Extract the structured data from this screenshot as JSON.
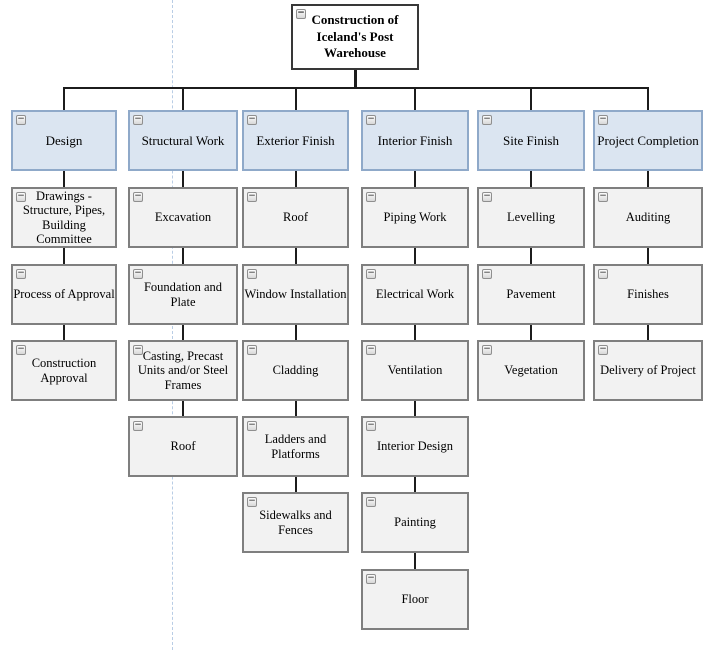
{
  "diagram": {
    "collapse_glyph": "−",
    "root": {
      "label": "Construction of\nIceland's Post\nWarehouse"
    },
    "columns": [
      {
        "label": "Design",
        "children": [
          "Drawings -\nStructure, Pipes,\nBuilding\nCommittee",
          "Process of Approval",
          "Construction\nApproval"
        ]
      },
      {
        "label": "Structural Work",
        "children": [
          "Excavation",
          "Foundation and\nPlate",
          "Casting, Precast\nUnits and/or Steel\nFrames",
          "Roof"
        ]
      },
      {
        "label": "Exterior Finish",
        "children": [
          "Roof",
          "Window Installation",
          "Cladding",
          "Ladders and\nPlatforms",
          "Sidewalks and\nFences"
        ]
      },
      {
        "label": "Interior Finish",
        "children": [
          "Piping Work",
          "Electrical Work",
          "Ventilation",
          "Interior Design",
          "Painting",
          "Floor"
        ]
      },
      {
        "label": "Site Finish",
        "children": [
          "Levelling",
          "Pavement",
          "Vegetation"
        ]
      },
      {
        "label": "Project Completion",
        "children": [
          "Auditing",
          "Finishes",
          "Delivery of Project"
        ]
      }
    ],
    "colors": {
      "phase_fill": "#dbe5f1",
      "phase_border": "#8fa9c9",
      "task_fill": "#f2f2f2",
      "task_border": "#7f7f7f",
      "root_border": "#383838",
      "connector": "#1c1c1c",
      "page_guide": "#b9cde5"
    }
  }
}
